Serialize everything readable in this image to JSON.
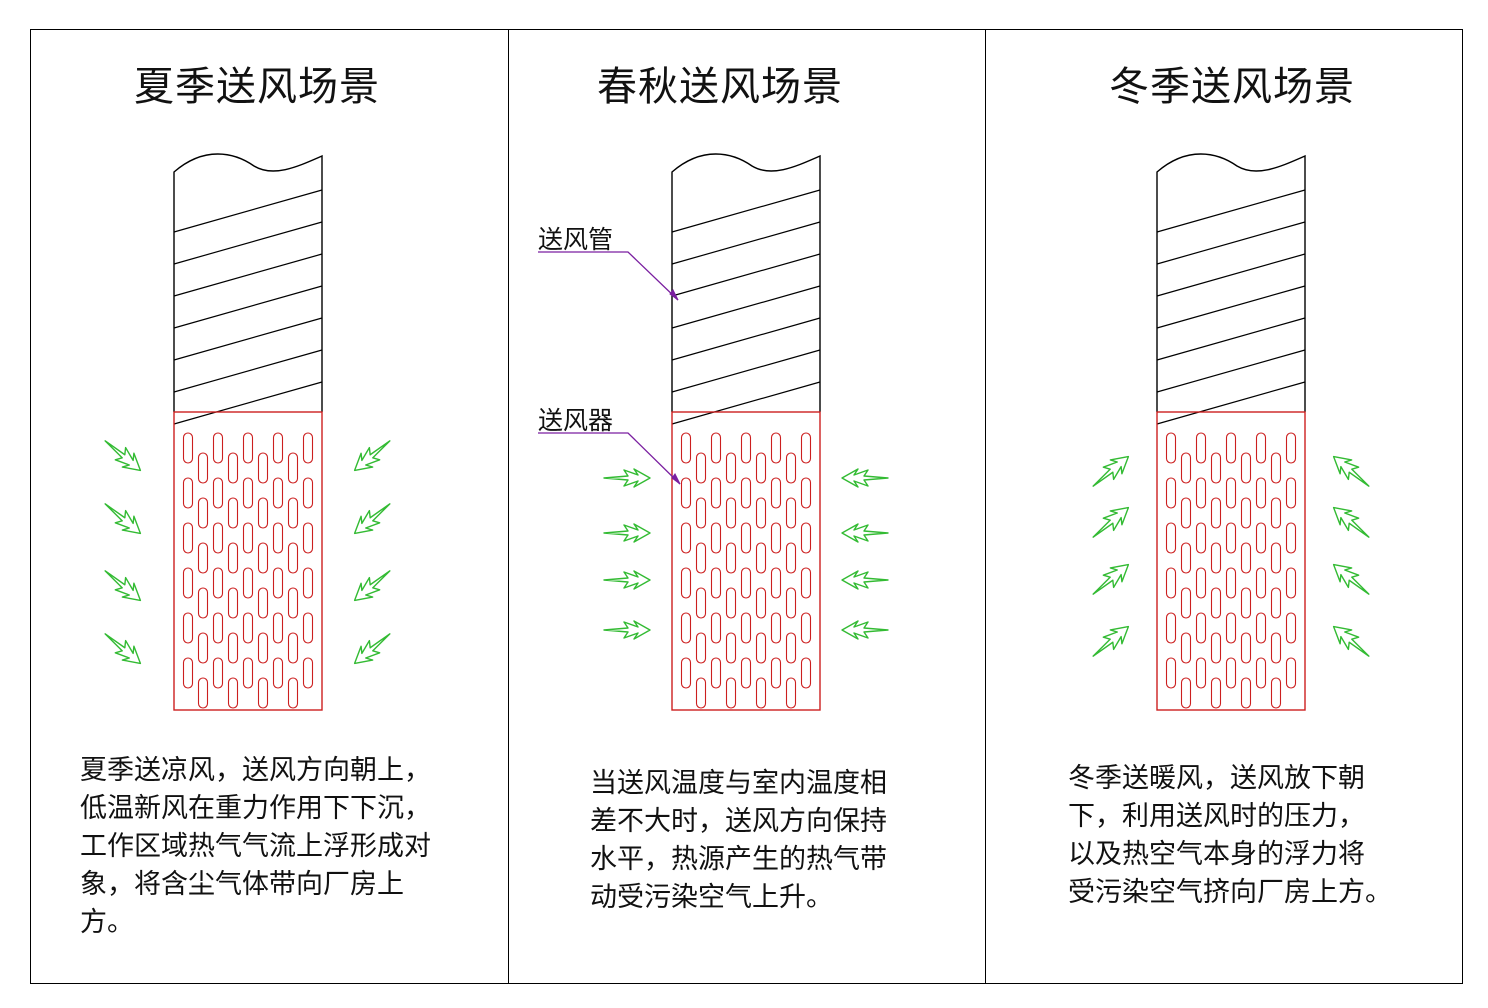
{
  "panels": [
    {
      "title": "夏季送风场景",
      "arrow_direction": "up",
      "description_lines": [
        "夏季送凉风，送风方向朝上，",
        "低温新风在重力作用下下沉，",
        "工作区域热气气流上浮形成对",
        "象，将含尘气体带向厂房上",
        "方。"
      ]
    },
    {
      "title": "春秋送风场景",
      "arrow_direction": "horizontal",
      "labels": {
        "duct": "送风管",
        "diffuser": "送风器"
      },
      "description_lines": [
        "当送风温度与室内温度相",
        "差不大时，送风方向保持",
        "水平，热源产生的热气带",
        "动受污染空气上升。"
      ]
    },
    {
      "title": "冬季送风场景",
      "arrow_direction": "down",
      "description_lines": [
        "冬季送暖风，送风放下朝",
        "下，利用送风时的压力，",
        "以及热空气本身的浮力将",
        "受污染空气挤向厂房上方。"
      ]
    }
  ],
  "colors": {
    "duct": "#000000",
    "diffuser": "#cc1f1f",
    "airflow_arrow": "#33bb33",
    "leader_line": "#7a1fa0"
  }
}
